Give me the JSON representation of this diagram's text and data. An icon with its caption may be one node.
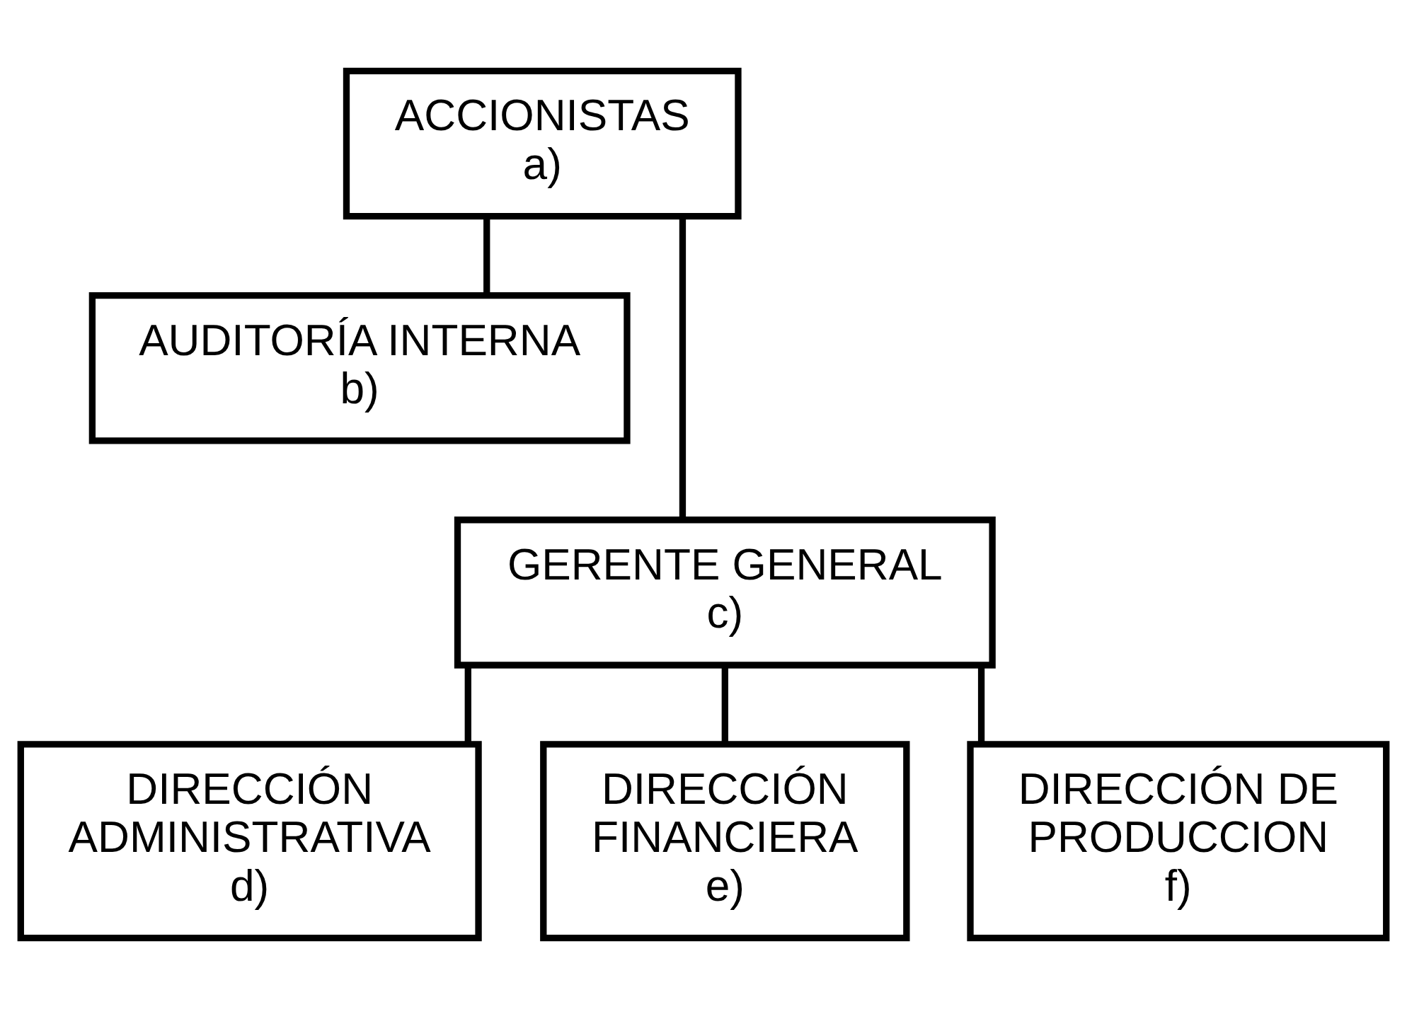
{
  "diagram": {
    "nodes": [
      {
        "text": [
          "ACCIONISTAS",
          "a)"
        ]
      },
      {
        "text": [
          "AUDITORÍA INTERNA",
          "b)"
        ]
      },
      {
        "text": [
          "GERENTE GENERAL",
          "c)"
        ]
      },
      {
        "text": [
          "DIRECCIÓN ADMINISTRATIVA",
          "d)"
        ]
      },
      {
        "text": [
          "DIRECCIÓN FINANCIERA",
          "e)"
        ]
      },
      {
        "text": [
          "DIRECCIÓN DE PRODUCCION",
          "f)"
        ]
      }
    ],
    "edges": [
      {
        "from": 0,
        "to": 1,
        "arrow": "none"
      },
      {
        "from": 0,
        "to": 2,
        "arrow": "none"
      },
      {
        "from": 2,
        "to": 3,
        "arrow": "none"
      },
      {
        "from": 2,
        "to": 4,
        "arrow": "none"
      },
      {
        "from": 2,
        "to": 5,
        "arrow": "none"
      }
    ]
  }
}
